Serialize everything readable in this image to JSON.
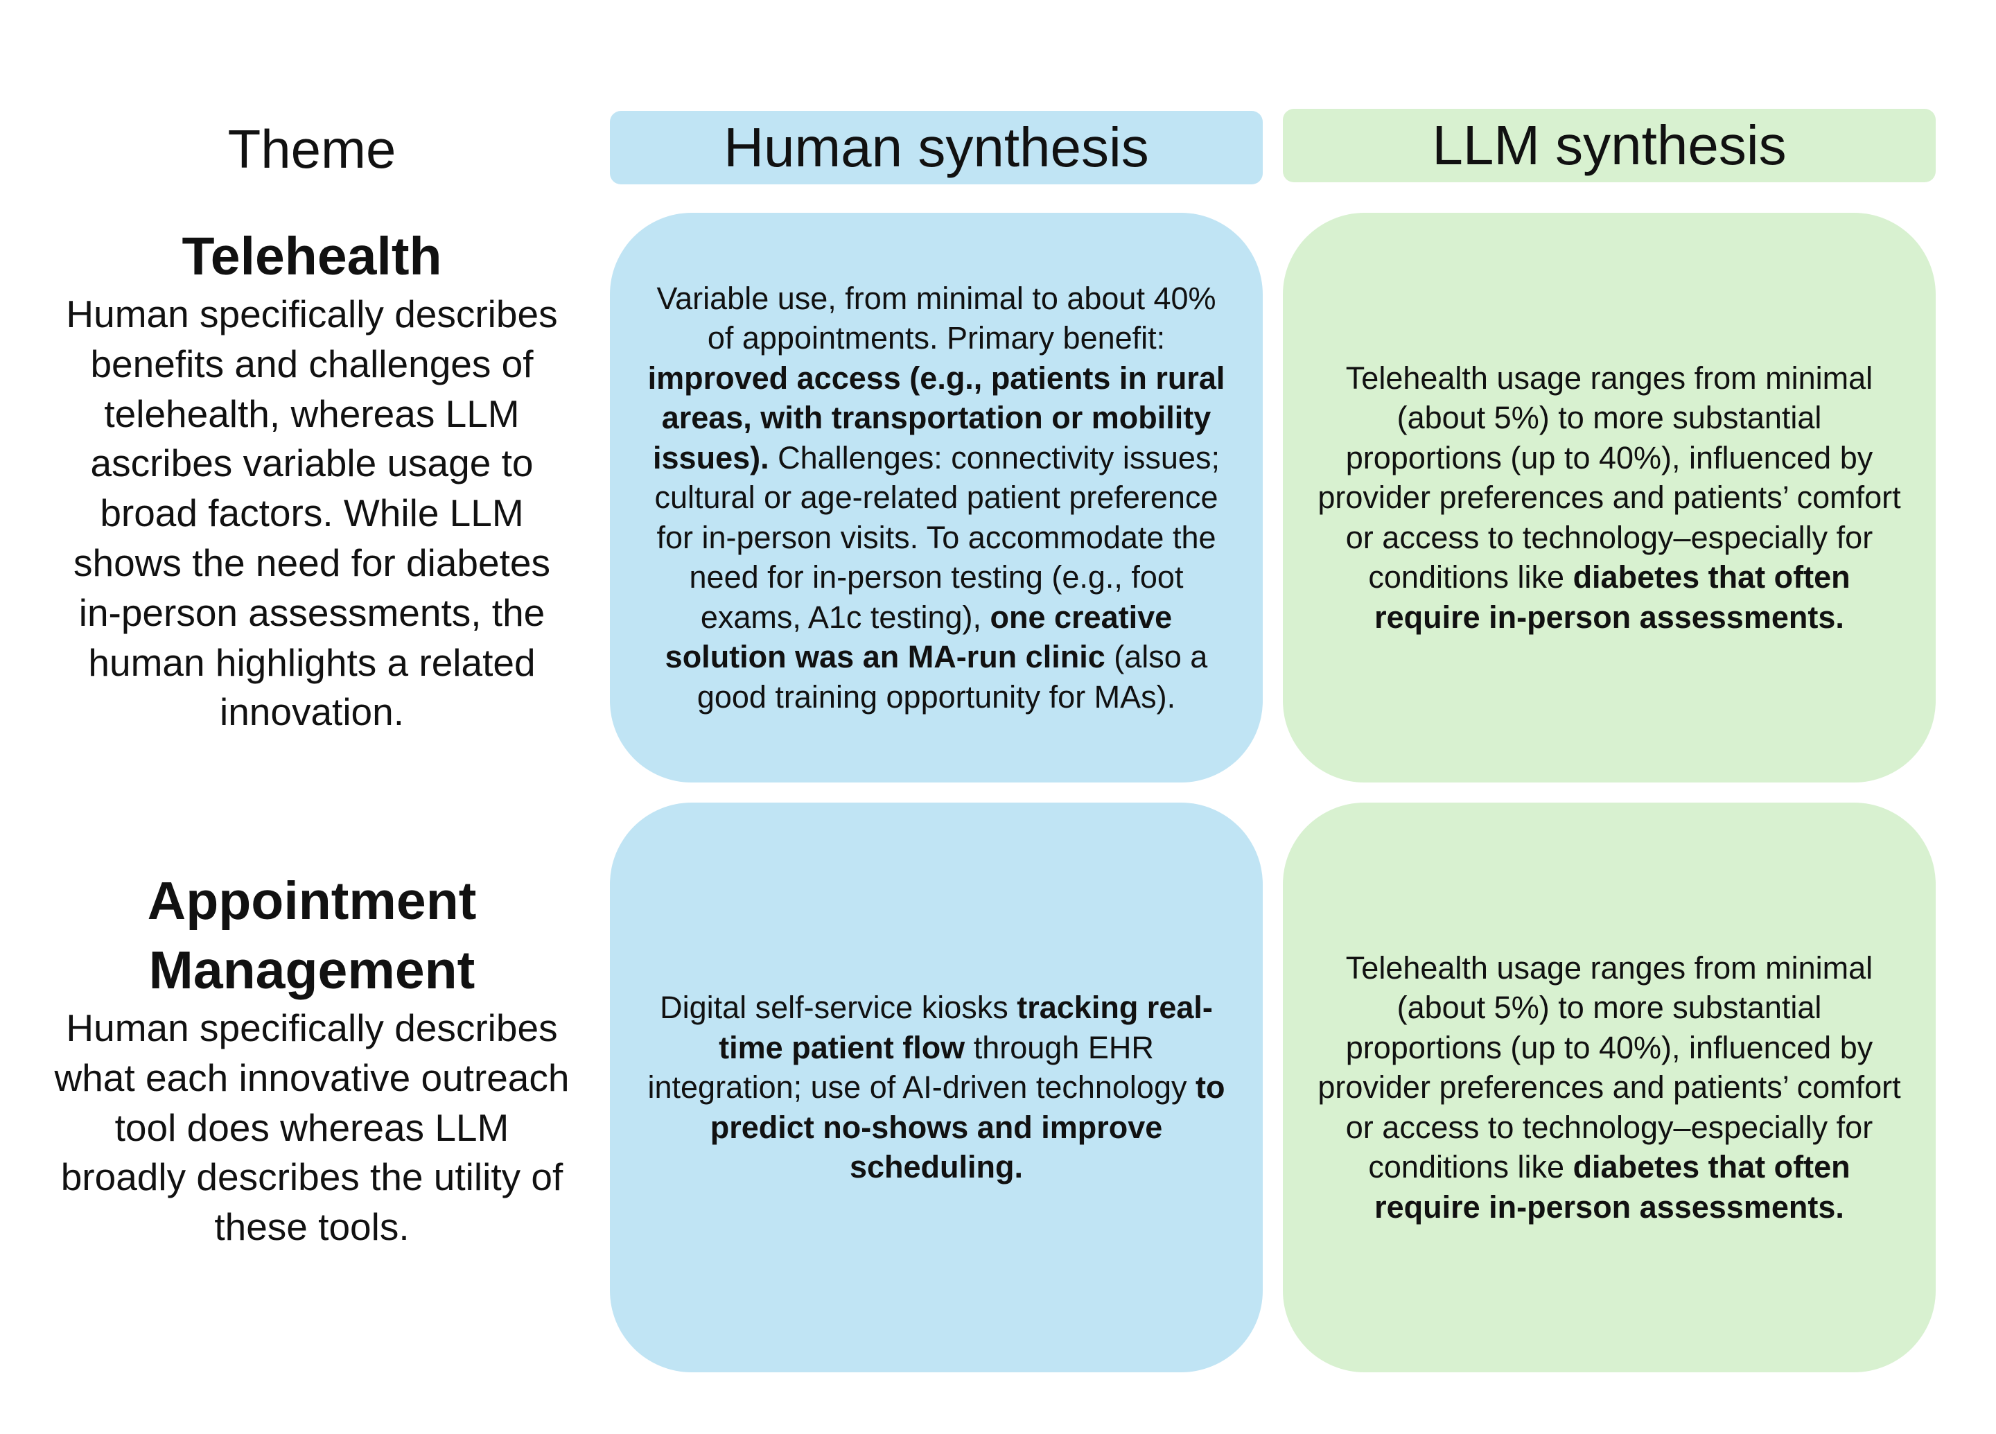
{
  "headers": {
    "theme": "Theme",
    "human": "Human synthesis",
    "llm": "LLM synthesis"
  },
  "rows": [
    {
      "theme_title": "Telehealth",
      "theme_description": "Human specifically describes benefits and challenges of telehealth, whereas LLM ascribes variable usage to broad factors. While LLM shows the need for diabetes in-person assessments, the human highlights a related innovation.",
      "human_segments": [
        {
          "text": "Variable use, from minimal to about 40% of appointments. Primary benefit: ",
          "bold": false
        },
        {
          "text": "improved access (e.g., patients in rural areas, with transportation or mobility issues).",
          "bold": true
        },
        {
          "text": " Challenges: connectivity issues; cultural or age-related patient preference for in-person visits. To accommodate the need for in-person testing (e.g., foot exams, A1c testing), ",
          "bold": false
        },
        {
          "text": "one creative solution was an MA-run clinic",
          "bold": true
        },
        {
          "text": " (also a good training opportunity for MAs).",
          "bold": false
        }
      ],
      "llm_segments": [
        {
          "text": "Telehealth usage ranges from minimal (about 5%) to more substantial proportions (up to 40%), influenced by provider preferences and patients’ comfort or access to technology–especially for conditions like ",
          "bold": false
        },
        {
          "text": "diabetes that often require in-person assessments.",
          "bold": true
        }
      ]
    },
    {
      "theme_title": "Appointment Management",
      "theme_description": "Human specifically describes what each innovative outreach tool does whereas LLM broadly describes the utility of these tools.",
      "human_segments": [
        {
          "text": "Digital self-service kiosks ",
          "bold": false
        },
        {
          "text": "tracking real-time patient flow",
          "bold": true
        },
        {
          "text": " through EHR integration; use of AI-driven technology ",
          "bold": false
        },
        {
          "text": "to predict no-shows and improve scheduling.",
          "bold": true
        }
      ],
      "llm_segments": [
        {
          "text": "Telehealth usage ranges from minimal (about 5%) to more substantial proportions (up to 40%), influenced by provider preferences and patients’ comfort or access to technology–especially for conditions like ",
          "bold": false
        },
        {
          "text": "diabetes that often require in-person assessments.",
          "bold": true
        }
      ]
    }
  ],
  "colors": {
    "human_fill": "#c0e4f4",
    "llm_fill": "#d8f1d0"
  }
}
